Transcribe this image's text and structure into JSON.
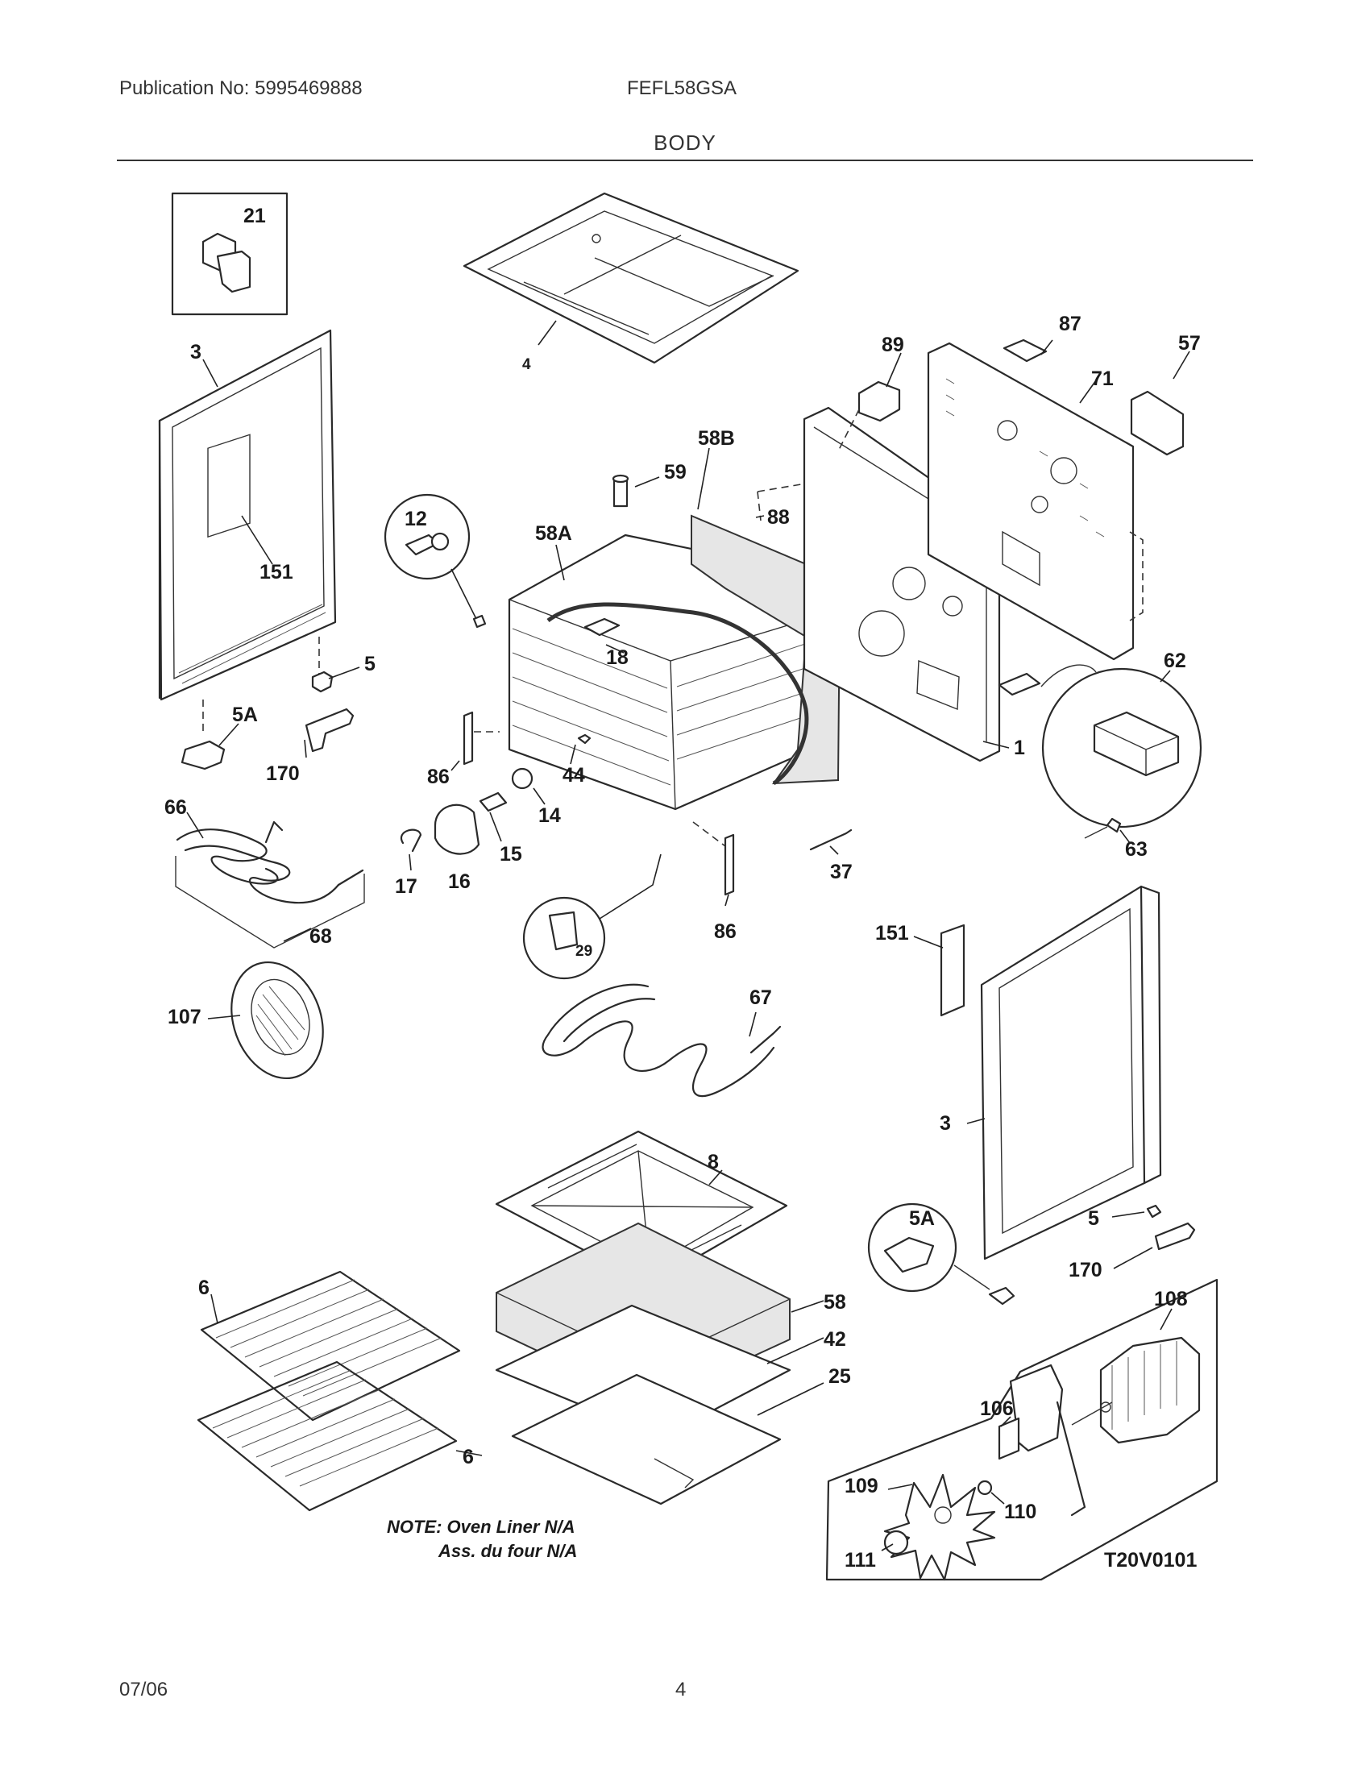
{
  "header": {
    "publication": "Publication No: 5995469888",
    "model": "FEFL58GSA",
    "section_title": "BODY"
  },
  "footer": {
    "date": "07/06",
    "page_number": "4"
  },
  "diagram_code": "T20V0101",
  "note": {
    "line1": "NOTE: Oven Liner N/A",
    "line2": "Ass. du four N/A"
  },
  "callouts": {
    "p21": "21",
    "p4": "4",
    "p3_left": "3",
    "p151_left": "151",
    "p5_left": "5",
    "p5A_left": "5A",
    "p170_left": "170",
    "p66": "66",
    "p68": "68",
    "p12": "12",
    "p58A": "58A",
    "p58B": "58B",
    "p59": "59",
    "p88": "88",
    "p89": "89",
    "p87": "87",
    "p57": "57",
    "p71": "71",
    "p18": "18",
    "p44": "44",
    "p86_left": "86",
    "p86_right": "86",
    "p14": "14",
    "p15": "15",
    "p16": "16",
    "p17": "17",
    "p29": "29",
    "p1": "1",
    "p62": "62",
    "p63": "63",
    "p37": "37",
    "p107": "107",
    "p67": "67",
    "p151_right": "151",
    "p3_right": "3",
    "p8": "8",
    "p5A_right": "5A",
    "p5_right": "5",
    "p170_right": "170",
    "p58": "58",
    "p42": "42",
    "p25": "25",
    "p6_top": "6",
    "p6_bottom": "6",
    "p108": "108",
    "p106": "106",
    "p109": "109",
    "p110": "110",
    "p111": "111"
  }
}
